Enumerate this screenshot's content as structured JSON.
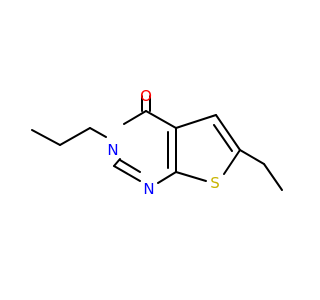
{
  "molecule": {
    "atoms": {
      "oxygen": {
        "symbol": "O",
        "color": "#ff0000"
      },
      "n3": {
        "symbol": "N",
        "color": "#0000ff"
      },
      "n1": {
        "symbol": "N",
        "color": "#0000ff"
      },
      "sulfur": {
        "symbol": "S",
        "color": "#c8b400"
      }
    },
    "bond_color": "#000000"
  }
}
